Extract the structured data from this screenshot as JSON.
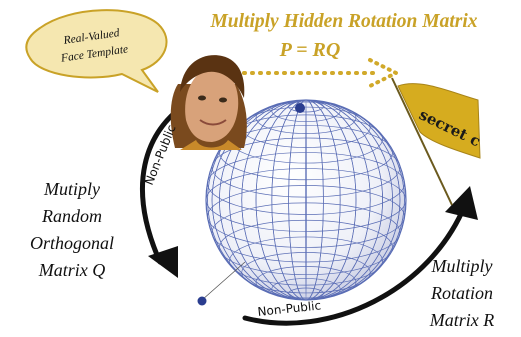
{
  "template_bubble": {
    "line1": "Real-Valued",
    "line2": "Face Template"
  },
  "title": {
    "line1": "Multiply Hidden Rotation Matrix",
    "equation": "P = RQ",
    "color": "#c9a227"
  },
  "flag": {
    "label": "secret c",
    "color": "#d6ac1f"
  },
  "left_arrow": {
    "tag": "Non-Public",
    "lines": [
      "Mutiply",
      "Random",
      "Orthogonal",
      "Matrix Q"
    ]
  },
  "bottom_arrow": {
    "tag": "Non-Public",
    "lines": [
      "Multiply",
      "Rotation",
      "Matrix R"
    ]
  },
  "colors": {
    "arrow": "#111111",
    "dotted_arrow": "#d1a92a",
    "sphere_grid": "#5a6db5",
    "point": "#2a3d8f"
  }
}
